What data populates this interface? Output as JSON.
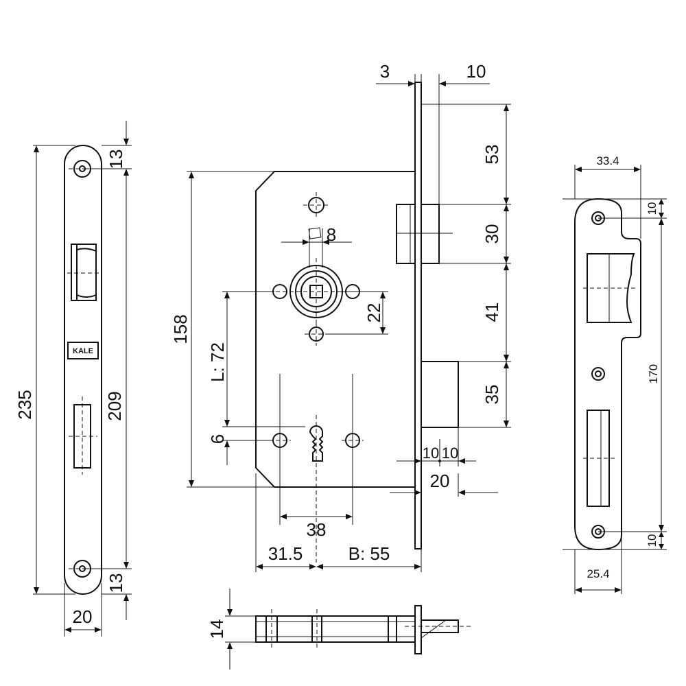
{
  "faceplate": {
    "total_height": "235",
    "screw_spacing": "209",
    "top_offset": "13",
    "bottom_offset": "13",
    "width": "20",
    "brand": "KALE"
  },
  "lock_body": {
    "plate_thickness": "3",
    "forend_gap": "10",
    "height": "158",
    "spindle_size": "8",
    "cylinder_offset": "22",
    "lever_distance": "L: 72",
    "keyhole_offset": "6",
    "keyhole_spacing": "38",
    "backset_edge": "31.5",
    "backset": "B: 55",
    "latch_offset": "53",
    "latch_height": "30",
    "latch_to_bolt": "41",
    "bolt_height": "35",
    "bolt_half_left": "10",
    "bolt_half_right": "10",
    "bolt_throw": "20"
  },
  "bottom_view": {
    "thickness": "14"
  },
  "strike_plate": {
    "top_width": "33.4",
    "bottom_width": "25.4",
    "height": "170",
    "top_offset": "10",
    "bottom_offset": "10"
  }
}
